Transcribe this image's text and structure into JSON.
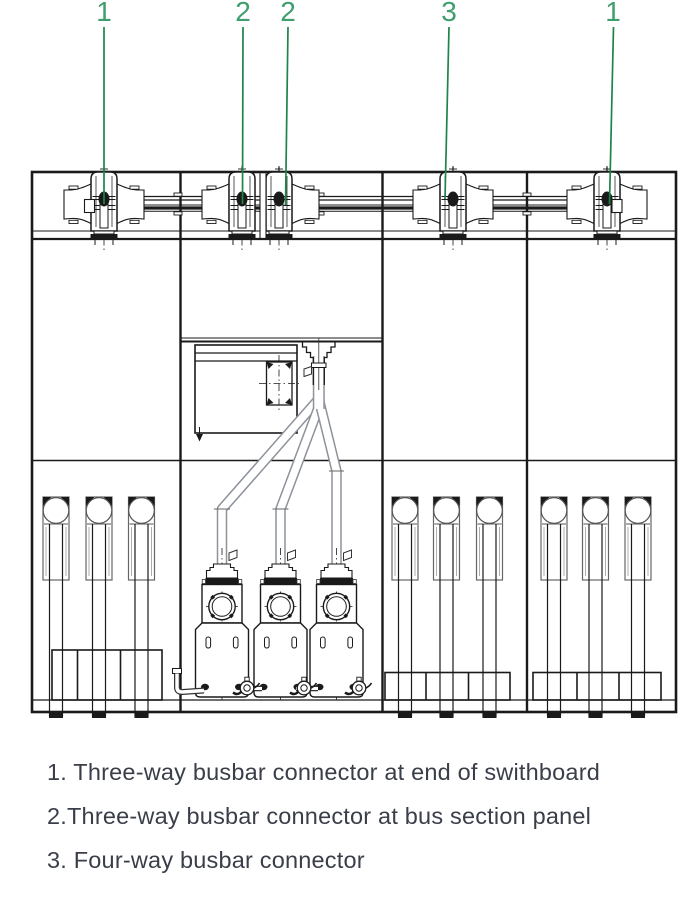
{
  "figure": {
    "drawing_type": "switchboard front elevation with busbar connector callouts",
    "callouts": [
      {
        "label": "1"
      },
      {
        "label": "2"
      },
      {
        "label": "2"
      },
      {
        "label": "3"
      },
      {
        "label": "1"
      }
    ],
    "legend": {
      "items": [
        "1. Three-way busbar connector at end of swithboard",
        "2.Three-way busbar connector at bus section panel",
        "3. Four-way busbar connector"
      ]
    },
    "colors": {
      "callout_number_green": "#3f9e6d",
      "leader_line_green": "#1e8449",
      "legend_text": "#3a3e49",
      "drawing_line": "#1a1a1a"
    }
  }
}
